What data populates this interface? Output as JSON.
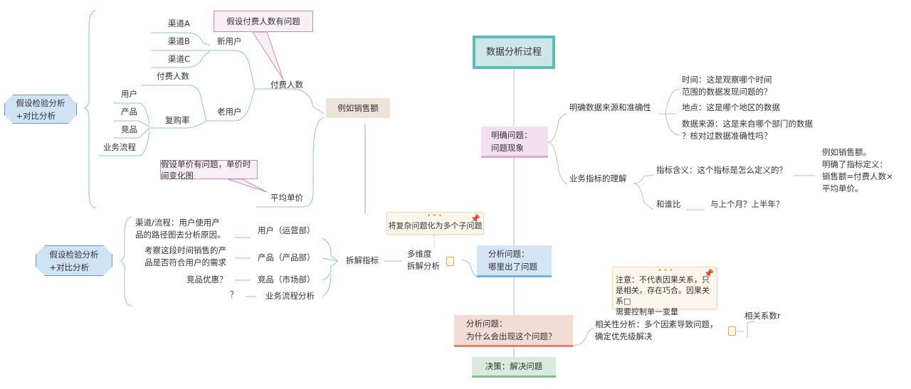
{
  "root": "数据分析过程",
  "steps": {
    "define": [
      "明确问题：",
      "问题现象"
    ],
    "where": [
      "分析问题：",
      "哪里出了问题"
    ],
    "why": [
      "分析问题：",
      "为什么会出现这个问题？"
    ],
    "decide": "决策：解决问题"
  },
  "define_branches": {
    "source": "明确数据来源和准确性",
    "time": [
      "时间：这是观察哪个时间",
      "范围的数据发现问题的？"
    ],
    "place": "地点：这是哪个地区的数据",
    "data_source": [
      "数据来源：这是来自哪个部门的数据",
      "？核对过数据准确性吗？"
    ],
    "metric": "业务指标的理解",
    "meaning": "指标含义：这个指标是怎么定义的？",
    "meaning_detail": [
      "例如销售额。",
      "明确了指标定义：",
      "销售额=付费人数×",
      "平均单价。"
    ],
    "compare": "和谁比",
    "compare_detail": "与上个月？上半年？"
  },
  "where_branches": {
    "multi": [
      "多维度",
      "拆解分析"
    ],
    "note": "将复杂问题化为多个子问题",
    "split": "拆解指标",
    "example": "例如销售额",
    "hypothesis1": [
      "假设检验分析",
      "+对比分析"
    ],
    "hypothesis2": [
      "假设检验分析",
      "+对比分析"
    ],
    "paying": "付费人数",
    "paying_callout": "假设付费人数有问题",
    "new_user": "新用户",
    "channels": [
      "渠道A",
      "渠道B",
      "渠道C"
    ],
    "old_user": "老用户",
    "old_paying": "付费人数",
    "repurchase": "复购率",
    "repurchase_items": [
      "用户",
      "产品",
      "竞品",
      "业务流程"
    ],
    "avg_price": "平均单价",
    "price_callout": "假设单价有问题，单价时间变化图",
    "depts": [
      "用户（运营部）",
      "产品（产品部）",
      "竞品（市场部）",
      "业务流程分析"
    ],
    "dept_notes": [
      [
        "渠道/流程：用户使用产",
        "品的路径图去分析原因。"
      ],
      [
        "考察这段时间销售的产",
        "品是否符合用户的需求"
      ],
      [
        "竞品优惠？"
      ],
      [
        "？"
      ]
    ]
  },
  "why_branches": {
    "corr": [
      "相关性分析：多个因素导致问题，",
      "确定优先级解决"
    ],
    "note": [
      "注意：不代表因果关系，只",
      "是相关，存在巧合。因果关系□",
      "需要控制单一变量"
    ],
    "coef": "相关系数r"
  },
  "colors": {
    "teal": "#5bbcb8",
    "pink": "#f3e0ef",
    "blue": "#d3e5f6",
    "salmon": "#f4dcd6",
    "green": "#d8ebdc"
  }
}
